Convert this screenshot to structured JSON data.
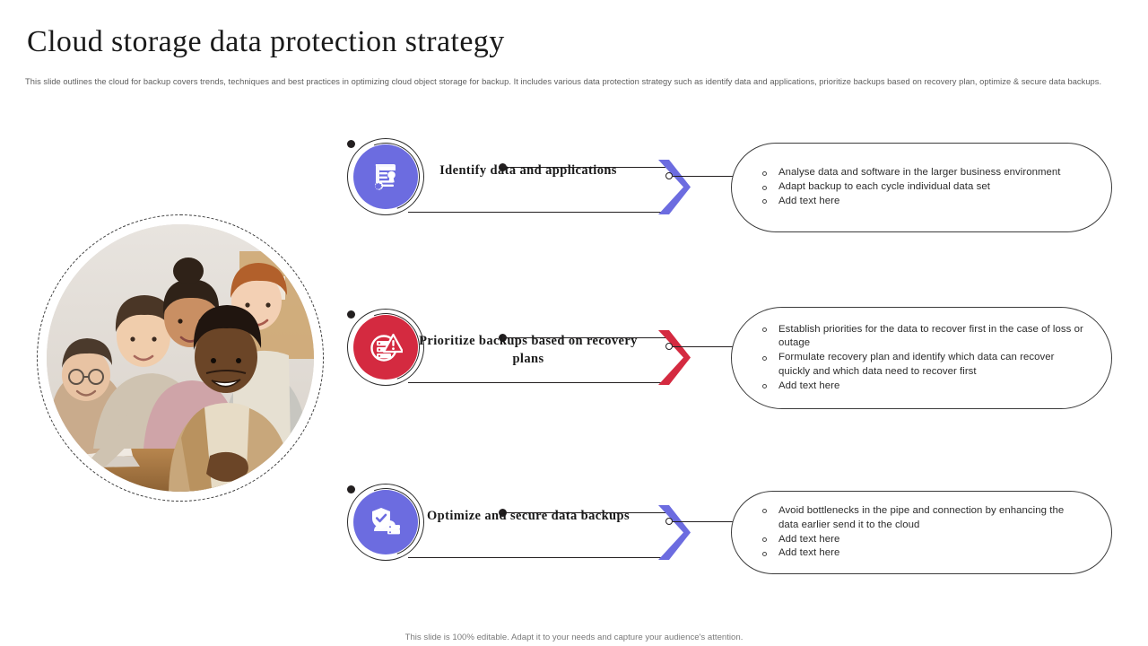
{
  "slide": {
    "title": "Cloud storage data protection strategy",
    "subtitle": "This slide outlines the cloud for backup covers trends, techniques and best practices in optimizing cloud object storage for backup. It includes various data protection strategy such as identify data and applications, prioritize backups based on recovery plan, optimize & secure data backups.",
    "footer": "This slide is 100% editable. Adapt it to your needs and capture your audience's attention."
  },
  "photo": {
    "alt": "team-photo-group-of-people-looking-at-laptop"
  },
  "colors": {
    "purple": "#6C6CE0",
    "red": "#D42A40",
    "outline": "#2b2b2b",
    "text": "#2c2c2c"
  },
  "rows": [
    {
      "icon_name": "document-certificate-icon",
      "accent": "#6C6CE0",
      "label": "Identify data and applications",
      "bullets": [
        "Analyse data and software in the larger business environment",
        "Adapt backup to each cycle individual data set",
        "Add text here"
      ]
    },
    {
      "icon_name": "server-warning-icon",
      "accent": "#D42A40",
      "label": "Prioritize backups based on recovery plans",
      "bullets": [
        "Establish priorities for the data to recover first in the case of loss or outage",
        "Formulate recovery plan and identify which data can recover quickly and which data need to recover first",
        "Add text here"
      ]
    },
    {
      "icon_name": "shield-cloud-server-icon",
      "accent": "#6C6CE0",
      "label": "Optimize and secure data backups",
      "bullets": [
        "Avoid bottlenecks in the pipe and connection by enhancing the data earlier send it to the cloud",
        "Add text here",
        "Add text here"
      ]
    }
  ]
}
